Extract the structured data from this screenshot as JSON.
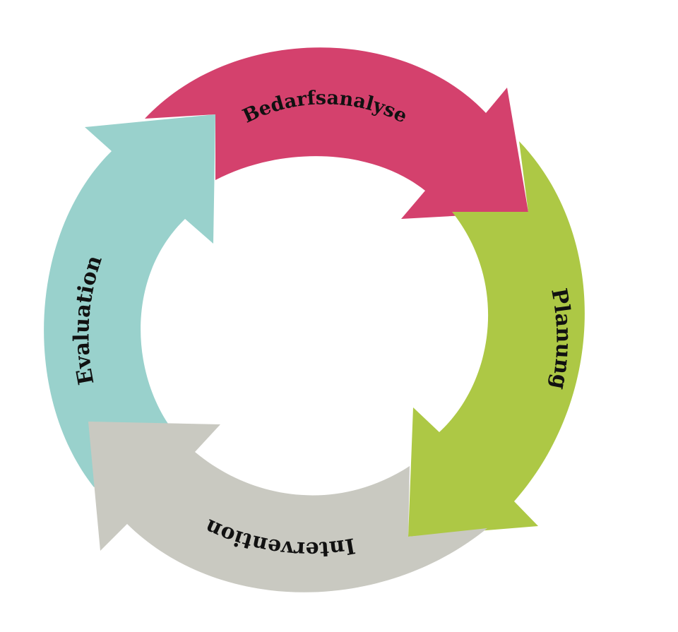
{
  "diagram": {
    "type": "cycle",
    "direction": "clockwise",
    "stages": [
      {
        "id": "bedarfsanalyse",
        "label": "Bedarfsanalyse",
        "color": "#d4416d"
      },
      {
        "id": "planung",
        "label": "Planung",
        "color": "#adc845"
      },
      {
        "id": "intervention",
        "label": "Intervention",
        "color": "#c9c9c1"
      },
      {
        "id": "evaluation",
        "label": "Evaluation",
        "color": "#99d1cc"
      }
    ]
  }
}
